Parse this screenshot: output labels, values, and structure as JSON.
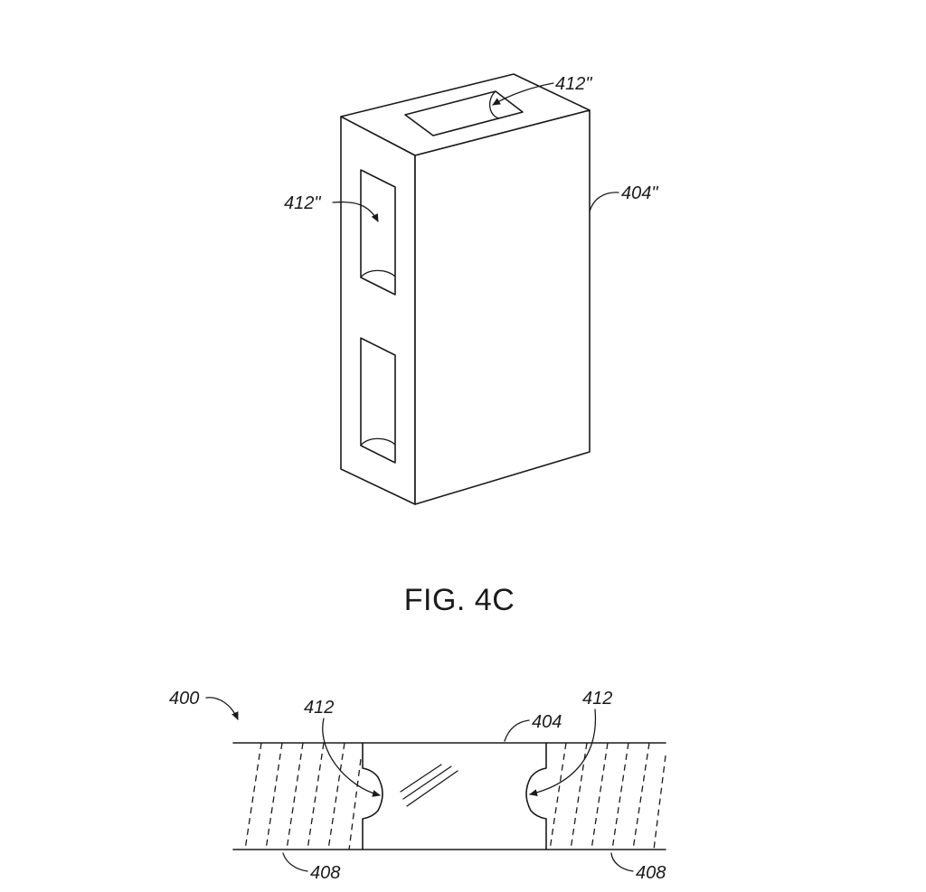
{
  "figure_caption": "FIG. 4C",
  "fig4c_labels": {
    "top_opening": "412\"",
    "side_opening": "412\"",
    "block": "404\""
  },
  "cross_section_labels": {
    "assembly": "400",
    "left_notch": "412",
    "right_notch": "412",
    "center_block": "404",
    "left_region": "408",
    "right_region": "408"
  }
}
